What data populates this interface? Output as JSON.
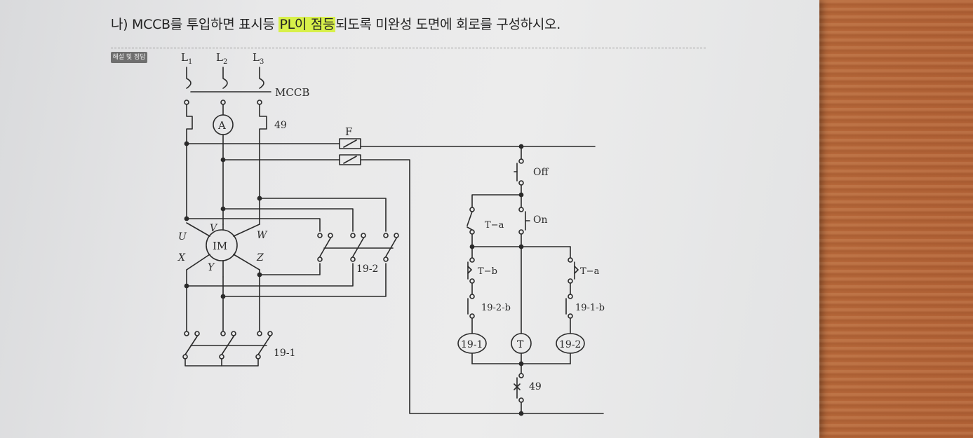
{
  "question": {
    "prefix": "나) MCCB를 투입하면 표시등 ",
    "highlight": "PL이 점등",
    "suffix": "되도록 미완성 도면에 회로를 구성하시오."
  },
  "badge": "해설 및 정답",
  "diagram": {
    "phases": [
      {
        "base": "L",
        "sub": "1"
      },
      {
        "base": "L",
        "sub": "2"
      },
      {
        "base": "L",
        "sub": "3"
      }
    ],
    "breaker": "MCCB",
    "ammeter": "A",
    "thermal_relay": "49",
    "fuse": "F",
    "motor": "IM",
    "motor_terminals": {
      "u": "U",
      "v": "V",
      "w": "W",
      "x": "X",
      "y": "Y",
      "z": "Z"
    },
    "contactor_delta": "19-2",
    "contactor_star": "19-1",
    "off_button": "Off",
    "on_button": "On",
    "timer_a_hold": "T−a",
    "timer_b": "T−b",
    "interlock_19_2_b": "19-2-b",
    "timer_a": "T−a",
    "interlock_19_1_b": "19-1-b",
    "coil_19_1": "19-1",
    "coil_timer": "T",
    "coil_19_2": "19-2",
    "thermal_contact": "49"
  },
  "colors": {
    "highlight": "#d8f04a",
    "paper": "#ececec",
    "ink": "#2a2a2a"
  }
}
